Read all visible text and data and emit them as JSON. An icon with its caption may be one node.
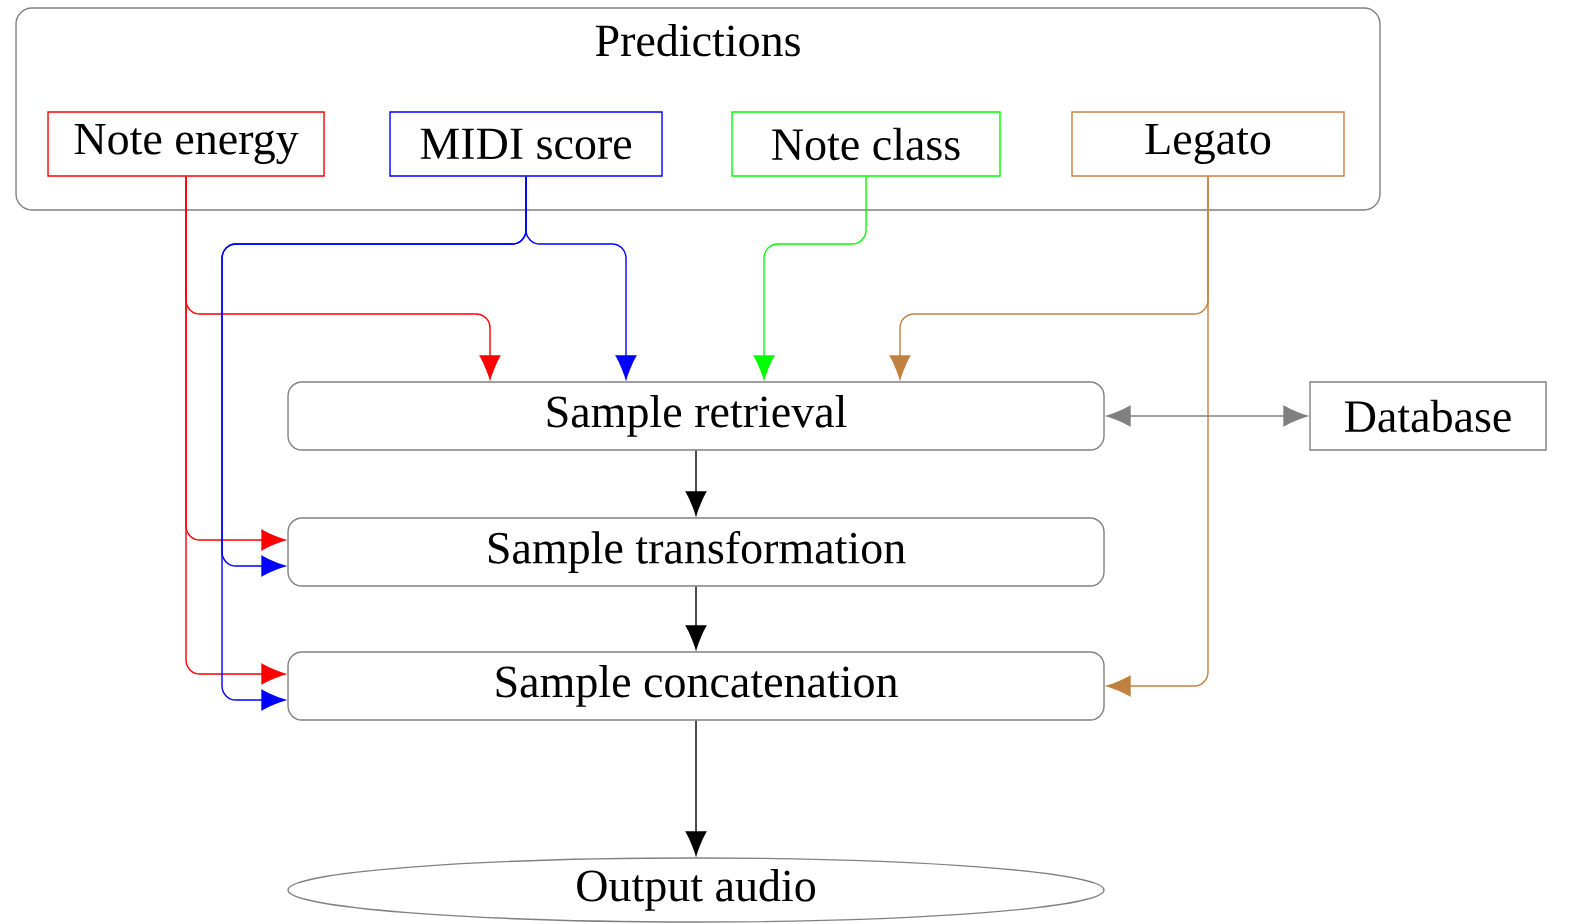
{
  "diagram": {
    "nodes": [
      {
        "text": [
          "Predictions"
        ]
      },
      {
        "text": [
          "Note energy"
        ],
        "in": 0
      },
      {
        "text": [
          "MIDI score"
        ],
        "in": 0
      },
      {
        "text": [
          "Note class"
        ],
        "in": 0
      },
      {
        "text": [
          "Legato"
        ],
        "in": 0
      },
      {
        "text": [
          "Sample retrieval"
        ]
      },
      {
        "text": [
          "Database"
        ]
      },
      {
        "text": [
          "Sample transformation"
        ]
      },
      {
        "text": [
          "Sample concatenation"
        ]
      },
      {
        "text": [
          "Output audio"
        ]
      }
    ],
    "edges": [
      {
        "from": 1,
        "to": 5,
        "arrow": "to",
        "color": "#ff0000"
      },
      {
        "from": 1,
        "to": 7,
        "arrow": "to",
        "color": "#ff0000"
      },
      {
        "from": 1,
        "to": 8,
        "arrow": "to",
        "color": "#ff0000"
      },
      {
        "from": 2,
        "to": 5,
        "arrow": "to",
        "color": "#0000ff"
      },
      {
        "from": 2,
        "to": 7,
        "arrow": "to",
        "color": "#0000ff"
      },
      {
        "from": 2,
        "to": 8,
        "arrow": "to",
        "color": "#0000ff"
      },
      {
        "from": 3,
        "to": 5,
        "arrow": "to",
        "color": "#00ff00"
      },
      {
        "from": 4,
        "to": 5,
        "arrow": "to",
        "color": "#c08040"
      },
      {
        "from": 4,
        "to": 8,
        "arrow": "to",
        "color": "#c08040"
      },
      {
        "from": 5,
        "to": 6,
        "arrow": "both",
        "color": "#808080"
      },
      {
        "from": 5,
        "to": 7,
        "arrow": "to",
        "color": "#000000"
      },
      {
        "from": 7,
        "to": 8,
        "arrow": "to",
        "color": "#000000"
      },
      {
        "from": 8,
        "to": 9,
        "arrow": "to",
        "color": "#000000"
      }
    ]
  }
}
